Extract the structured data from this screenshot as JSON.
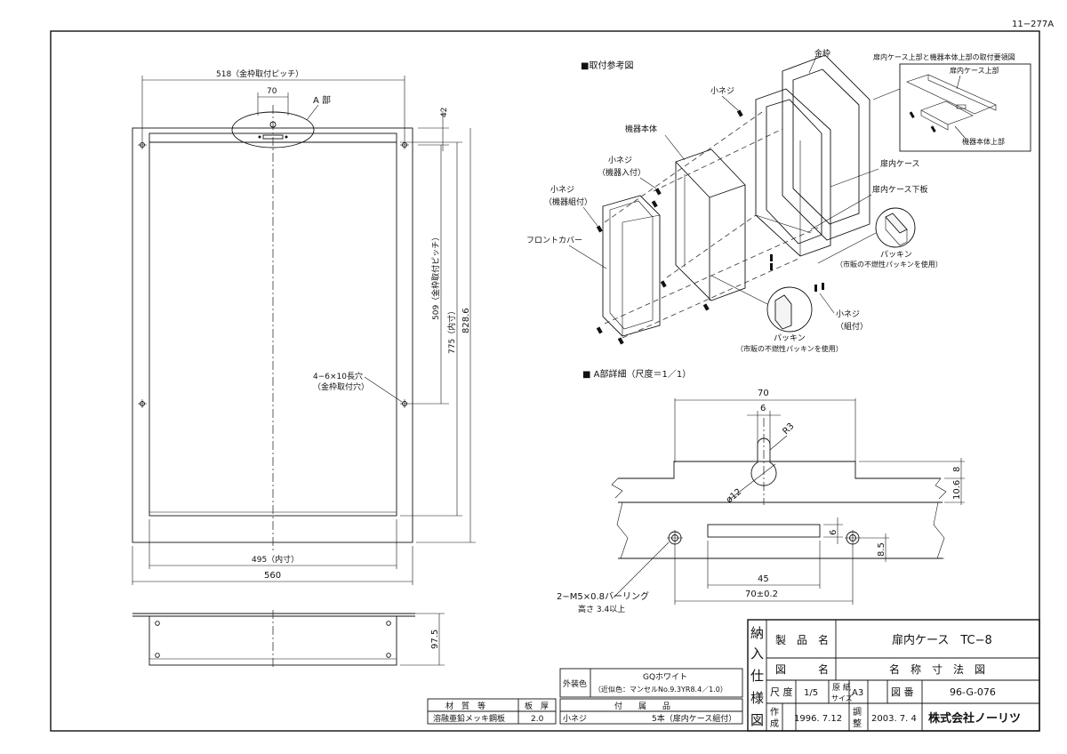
{
  "sheet": {
    "doc_code": "11−277A"
  },
  "front_view": {
    "dim_pitch_top": "518（金枠取付ピッチ）",
    "dim_70": "70",
    "label_a": "A 部",
    "dim_42": "42",
    "dim_509": "509（金枠取付ピッチ）",
    "dim_775": "775（内寸）",
    "dim_828": "828.6",
    "hole_note_1": "4−6×10長穴",
    "hole_note_2": "（金枠取付穴）",
    "dim_495": "495（内寸）",
    "dim_560": "560",
    "side_dim": "97.5"
  },
  "mounting_ref": {
    "title": "■取付参考図",
    "kanawaku": "金枠",
    "koneji": "小ネジ",
    "kiki_hontai": "機器本体",
    "koneji_kiki_iri": "小ネジ",
    "koneji_kiki_iri_sub": "（機器入付）",
    "koneji_kiki_kumi": "小ネジ",
    "koneji_kiki_kumi_sub": "（機器組付）",
    "front_cover": "フロントカバー",
    "tobira_case": "扉内ケース",
    "tobira_case_shita": "扉内ケース下板",
    "packing": "パッキン",
    "packing_note": "（市販の不燃性パッキンを使用）",
    "packing2": "パッキン",
    "packing2_note": "（市販の不燃性パッキンを使用）",
    "koneji_kumi": "小ネジ",
    "koneji_kumi_sub": "（組付）",
    "detail_title": "扉内ケース上部と機器本体上部の取付要領図",
    "detail_case_top": "扉内ケース上部",
    "detail_body_top": "機器本体上部"
  },
  "detail_a": {
    "title": "■ A部詳細（尺度＝1／1）",
    "dim_70": "70",
    "dim_6": "6",
    "dim_r3": "R3",
    "dim_phi12": "ø12",
    "dim_8": "8",
    "dim_10_6": "10.6",
    "dim_6b": "6",
    "dim_8_5": "8.5",
    "dim_45": "45",
    "dim_70pm": "70±0.2",
    "note_burring": "2−M5×0.8バーリング",
    "note_height": "高さ 3.4以上"
  },
  "color_table": {
    "label": "外装色",
    "value1": "GQホワイト",
    "value2": "（近似色：マンセルNo.9.3YR8.4／1.0）"
  },
  "material_table": {
    "h_material": "材　質　等",
    "h_thickness": "板　厚",
    "material": "溶融亜鉛メッキ鋼板",
    "thickness": "2.0"
  },
  "accessory_table": {
    "h_title": "付　　属　　品",
    "item": "小ネジ",
    "qty": "5本（扉内ケース組付）"
  },
  "title_block": {
    "v1": "納",
    "v2": "入",
    "v3": "仕",
    "v4": "様",
    "v5": "図",
    "product_label": "製　品　名",
    "product_value": "扉内ケース　TC−8",
    "drawing_label": "図　　　名",
    "drawing_value": "名　称　寸　法　図",
    "scale_label": "尺 度",
    "scale_value": "1/5",
    "paper_label_1": "原 紙",
    "paper_label_2": "サイズ",
    "paper_value": "A3",
    "dwg_no_label": "図 番",
    "dwg_no_value": "96-G-076",
    "made_label_1": "作",
    "made_label_2": "成",
    "made_date": "1996. 7.12",
    "adj_label_1": "調",
    "adj_label_2": "整",
    "adj_date": "2003. 7. 4",
    "company": "株式会社ノーリツ"
  }
}
